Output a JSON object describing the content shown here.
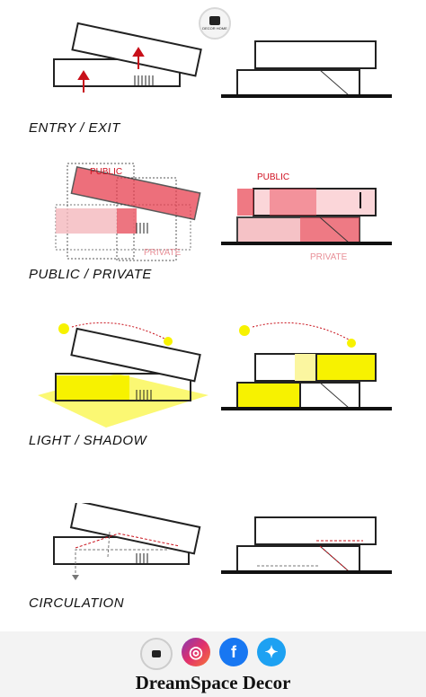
{
  "header": {
    "logo_text": "DECOR HOME"
  },
  "sections": [
    {
      "caption": "ENTRY / EXIT"
    },
    {
      "caption": "PUBLIC / PRIVATE",
      "public_label": "PUBLIC",
      "private_label": "PRIVATE"
    },
    {
      "caption": "LIGHT / SHADOW"
    },
    {
      "caption": "CIRCULATION"
    }
  ],
  "colors": {
    "public": "#e8404f",
    "private": "#f4b8bd",
    "light": "#f7f200",
    "arrow": "#c8101a"
  },
  "footer": {
    "brand_name": "DreamSpace Decor",
    "icons": [
      "brand-logo",
      "instagram-icon",
      "facebook-icon",
      "twitter-icon"
    ]
  }
}
